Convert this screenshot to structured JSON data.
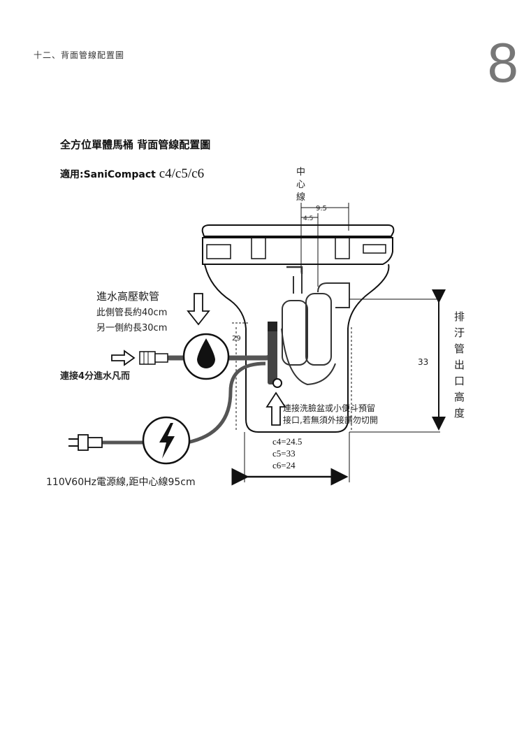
{
  "section_title": "十二、背面管線配置圖",
  "page_number": "8",
  "title": "全方位單體馬桶 背面管線配置圖",
  "applies": {
    "label": "適用:SaniCompact",
    "models": "c4/c5/c6"
  },
  "center_line_label": [
    "中",
    "心",
    "線"
  ],
  "dimensions": {
    "d_95": "9.5",
    "d_45": "4.5",
    "d_29": "29",
    "d_33": "33"
  },
  "water_hose_note": [
    "進水高壓軟管",
    "此側管長約40cm",
    "另一側約長30cm"
  ],
  "water_connect": "連接4分進水凡而",
  "sink_note": [
    "連接洗臉盆或小便斗預留",
    "接口,若無須外接請勿切開"
  ],
  "model_widths": [
    "c4=24.5",
    "c5=33",
    "c6=24"
  ],
  "power_cord": "110V60Hz電源線,距中心線95cm",
  "outlet_height_label": [
    "排",
    "汙",
    "管",
    "出",
    "口",
    "高",
    "度"
  ],
  "colors": {
    "ink": "#222222",
    "pipe": "#555555",
    "page_number": "#777777"
  },
  "icons": [
    "water-drop-icon",
    "lightning-icon",
    "plug-icon",
    "arrow-down-icon",
    "arrow-right-icon",
    "arrow-up-icon"
  ]
}
